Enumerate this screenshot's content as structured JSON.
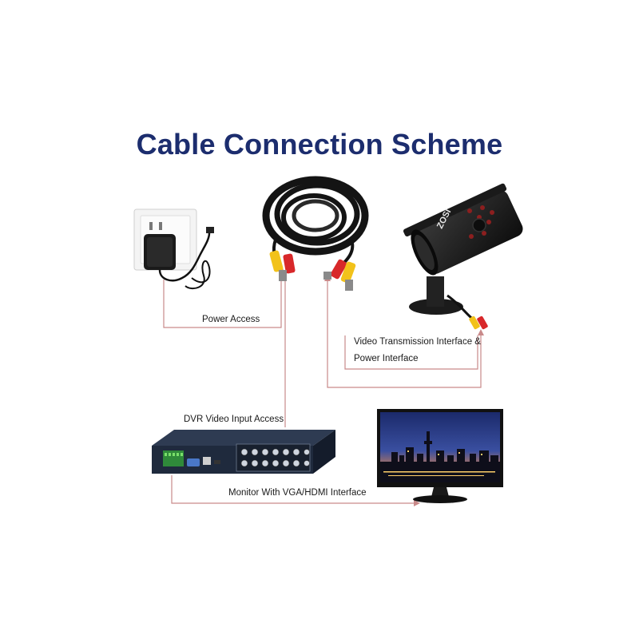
{
  "title": "Cable Connection Scheme",
  "labels": {
    "power_access": "Power Access",
    "video_interface_line1": "Video Transmission Interface &",
    "video_interface_line2": "Power Interface",
    "dvr_input": "DVR Video Input Access",
    "monitor": "Monitor With VGA/HDMI Interface"
  },
  "camera_brand": "ZOSI",
  "colors": {
    "title": "#1c2d6e",
    "connector_line": "#c98a8a",
    "cable": "#141414",
    "rca_yellow": "#f2c21a",
    "rca_red": "#d8282a",
    "dvr_body": "#1f2a3d"
  },
  "icons": [
    "wall-socket-icon",
    "power-adapter-icon",
    "cable-coil-icon",
    "camera-icon",
    "dvr-icon",
    "monitor-icon"
  ]
}
